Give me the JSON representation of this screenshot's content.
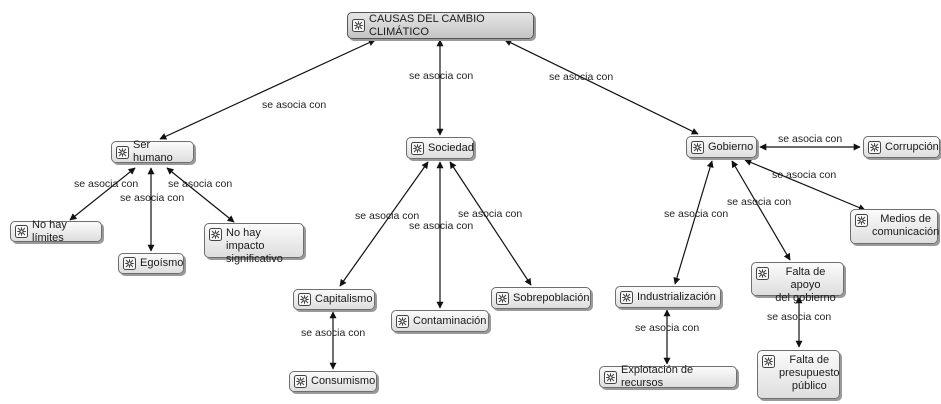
{
  "linking_phrase": "se asocia con",
  "icon": "concept-node-icon",
  "nodes": {
    "root": "CAUSAS DEL CAMBIO CLIMÁTICO",
    "ser_humano": "Ser humano",
    "sociedad": "Sociedad",
    "gobierno": "Gobierno",
    "corrupcion": "Corrupción",
    "no_hay_limites": "No hay límites",
    "egoismo": "Egoísmo",
    "no_hay_impacto": "No hay impacto\nsignificativo",
    "capitalismo": "Capitalismo",
    "consumismo": "Consumismo",
    "contaminacion": "Contaminación",
    "sobrepoblacion": "Sobrepoblación",
    "industrializacion": "Industrialización",
    "explotacion": "Explotación de recursos",
    "falta_apoyo": "Falta de apoyo\ndel gobierno",
    "falta_presupuesto": "Falta de\npresupuesto\npúblico",
    "medios": "Medios de\ncomunicación"
  }
}
